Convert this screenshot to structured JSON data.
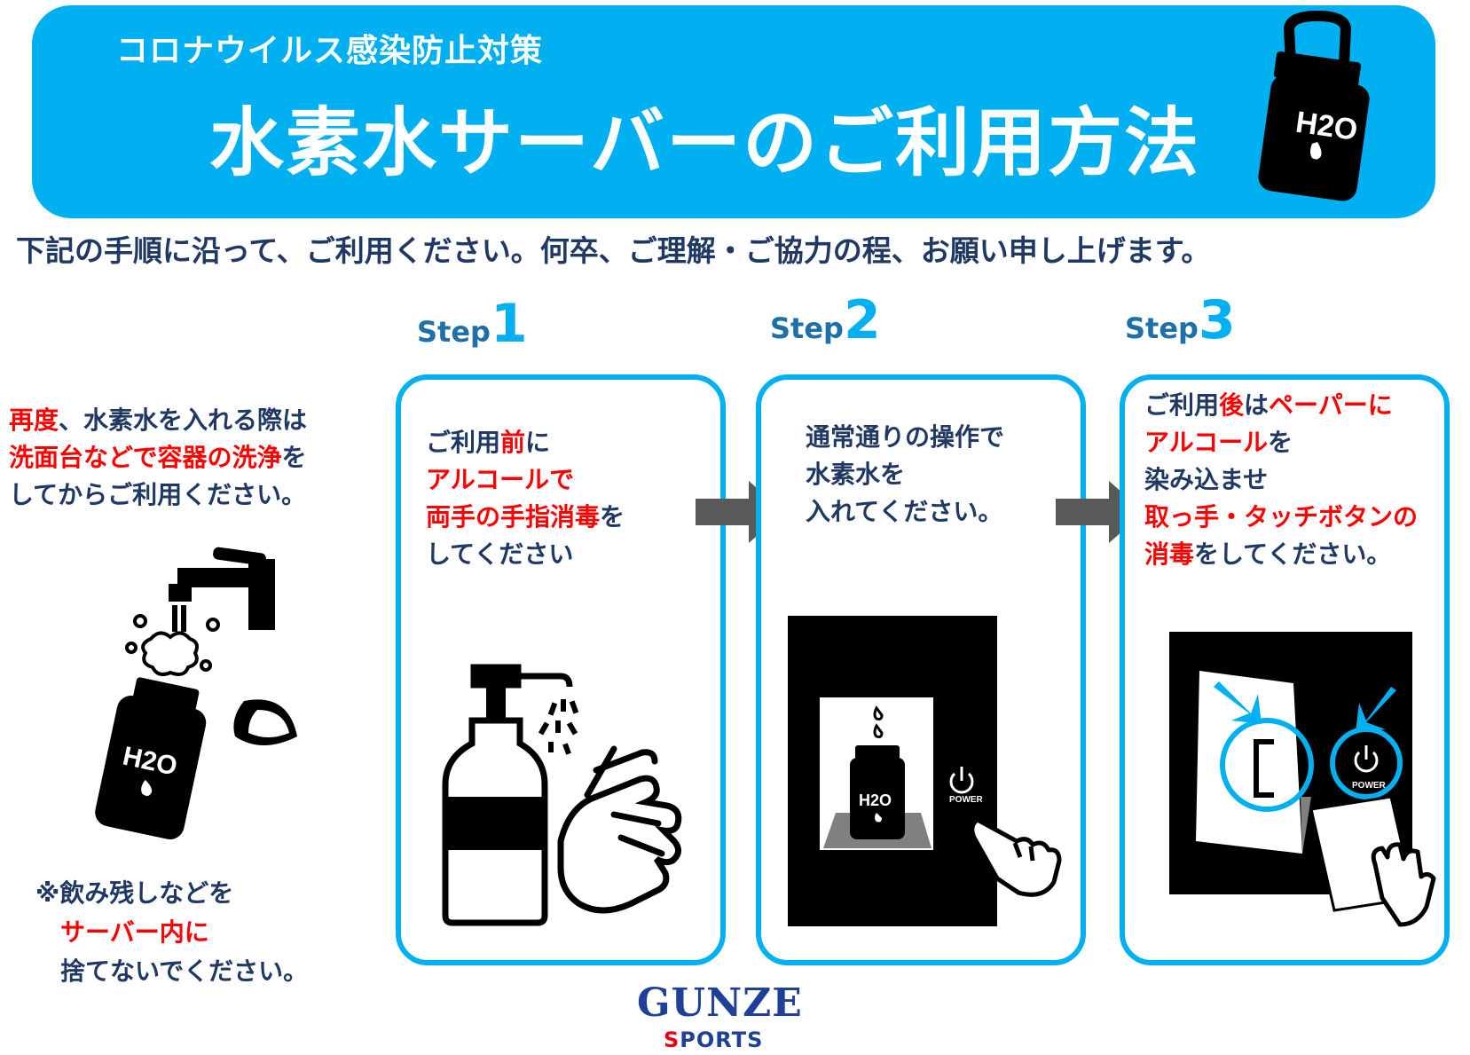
{
  "header": {
    "subtitle": "コロナウイルス感染防止対策",
    "title": "水素水サーバーのご利用方法",
    "bottle_label": "H2O"
  },
  "intro": "下記の手順に沿って、ご利用ください。何卒、ご理解・ご協力の程、お願い申し上げます。",
  "left": {
    "line1_red": "再度",
    "line1": "、水素水を入れる際は",
    "line2_red": "洗面台などで容器の洗浄",
    "line2": "を",
    "line3": "してからご利用ください。",
    "bottle_label": "H2O",
    "note_line1": "※飲み残しなどを",
    "note_line2_red": "サーバー内に",
    "note_line3": "捨てないでください。"
  },
  "steps": [
    {
      "word": "Step",
      "number": "1",
      "lines": [
        {
          "a": "ご利用",
          "b_red": "前",
          "c": "に"
        },
        {
          "a": "",
          "b_red": "アルコールで",
          "c": ""
        },
        {
          "a": "",
          "b_red": "両手の手指消毒",
          "c": "を"
        },
        {
          "a": "してください",
          "b_red": "",
          "c": ""
        }
      ]
    },
    {
      "word": "Step",
      "number": "2",
      "lines": [
        {
          "a": "通常通りの操作で",
          "b_red": "",
          "c": ""
        },
        {
          "a": "水素水を",
          "b_red": "",
          "c": ""
        },
        {
          "a": "入れてください。",
          "b_red": "",
          "c": ""
        }
      ],
      "bottle_label": "H2O",
      "power_label": "POWER"
    },
    {
      "word": "Step",
      "number": "3",
      "lines": [
        {
          "a": "ご利用",
          "b_red": "後",
          "c": "は",
          "d_red": "ペーパーに"
        },
        {
          "a": "",
          "b_red": "アルコール",
          "c": "を",
          "d_red": ""
        },
        {
          "a": "染み込ませ",
          "b_red": "",
          "c": "",
          "d_red": ""
        },
        {
          "a": "",
          "b_red": "取っ手・タッチボタンの",
          "c": "",
          "d_red": ""
        },
        {
          "a": "",
          "b_red": "消毒",
          "c": "をしてください。",
          "d_red": ""
        }
      ],
      "power_label": "POWER"
    }
  ],
  "footer": {
    "brand": "GUNZE",
    "sub_first": "S",
    "sub_rest": "PORTS"
  },
  "colors": {
    "accent": "#00b0f0",
    "text": "#1f3864",
    "red": "#ff0000",
    "brand": "#1f3f99"
  }
}
